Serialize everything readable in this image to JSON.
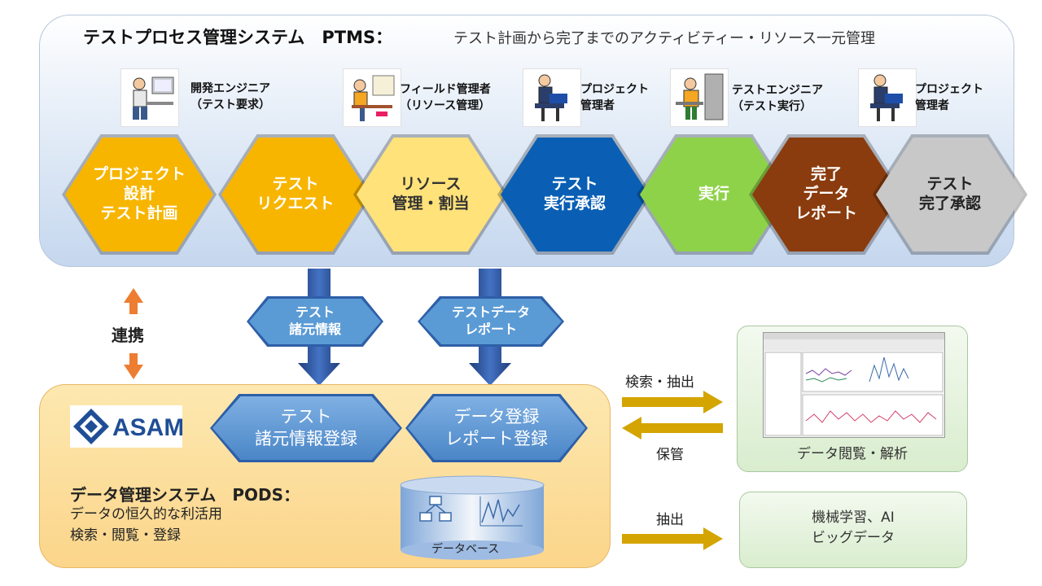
{
  "ptms": {
    "title": "テストプロセス管理システム　PTMS：",
    "subtitle": "テスト計画から完了までのアクティビティー・リソース一元管理"
  },
  "roles": [
    {
      "label": "開発エンジニア\n（テスト要求）"
    },
    {
      "label": "フィールド管理者\n（リソース管理）"
    },
    {
      "label": "プロジェクト\n管理者"
    },
    {
      "label": "テストエンジニア\n（テスト実行）"
    },
    {
      "label": "プロジェクト\n管理者"
    }
  ],
  "process_steps": [
    {
      "label": "プロジェクト\n設計\nテスト計画",
      "fill": "#f7b500",
      "text": "#ffffff"
    },
    {
      "label": "テスト\nリクエスト",
      "fill": "#f7b500",
      "text": "#ffffff"
    },
    {
      "label": "リソース\n管理・割当",
      "fill": "#ffe27a",
      "text": "#333333"
    },
    {
      "label": "テスト\n実行承認",
      "fill": "#0a5fb4",
      "text": "#ffffff"
    },
    {
      "label": "実行",
      "fill": "#8ed24a",
      "text": "#ffffff"
    },
    {
      "label": "完了\nデータ\nレポート",
      "fill": "#8a3c0e",
      "text": "#ffffff"
    },
    {
      "label": "テスト\n完了承認",
      "fill": "#c8c8c8",
      "text": "#222222"
    }
  ],
  "link_label": "連携",
  "flow_labels": {
    "spec": "テスト\n諸元情報",
    "report": "テストデータ\nレポート"
  },
  "pods": {
    "logo_text": "ASAM",
    "title": "データ管理システム　PODS：",
    "desc": "データの恒久的な利活用\n検索・閲覧・登録",
    "reg_spec": "テスト\n諸元情報登録",
    "reg_data": "データ登録\nレポート登録",
    "db_label": "データベース"
  },
  "arrows": {
    "search": "検索・抽出",
    "store": "保管",
    "extract": "抽出"
  },
  "right_boxes": {
    "viewer": "データ閲覧・解析",
    "ml": "機械学習、AI\nビッグデータ"
  },
  "colors": {
    "blue_hex": "#5b9bd5",
    "link_arrow": "#ed7d31",
    "gold_arrow": "#d4a500",
    "flow_arrow": "#2f5597"
  }
}
